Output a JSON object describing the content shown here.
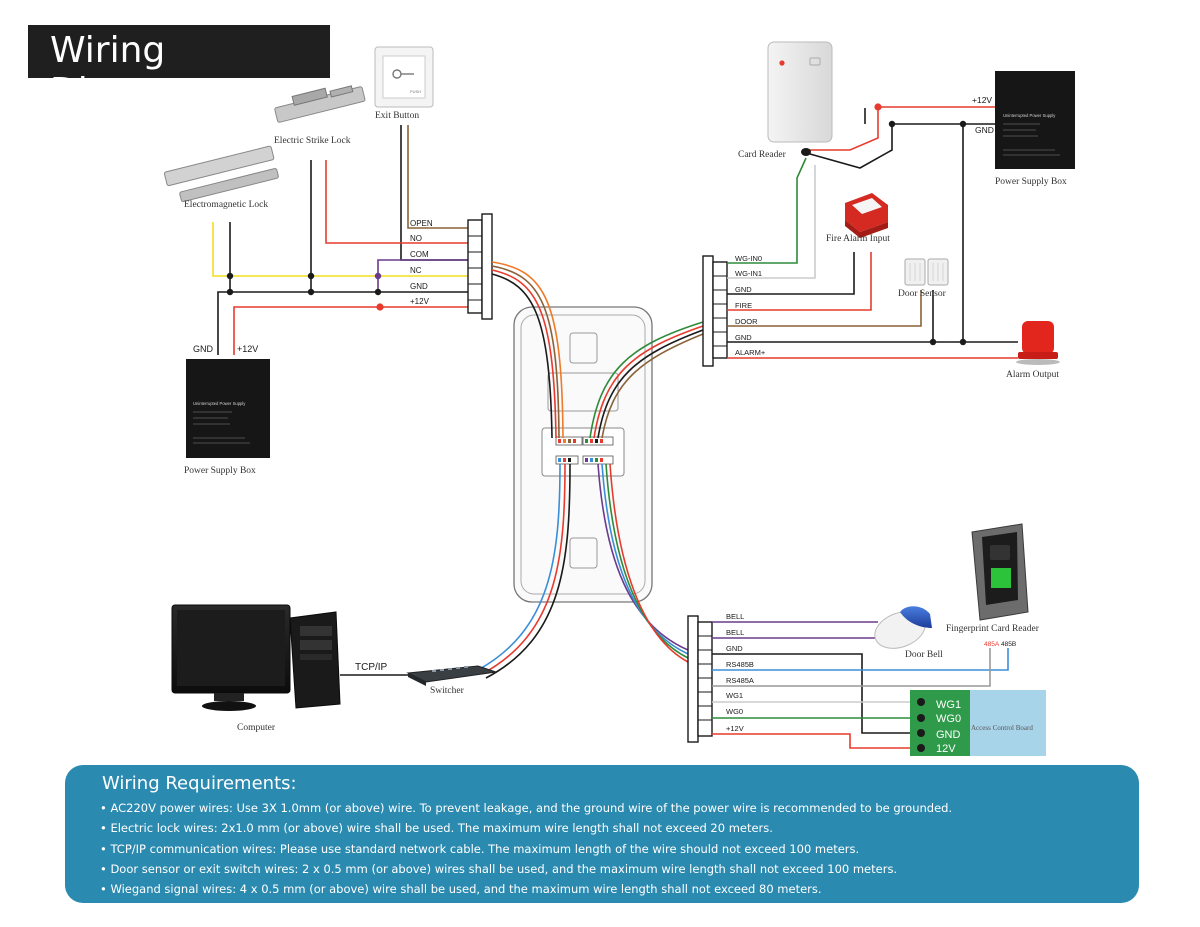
{
  "title": "Wiring Diagram",
  "devices": {
    "exit_button": "Exit Button",
    "electric_strike_lock": "Electric Strike Lock",
    "electromagnetic_lock": "Electromagnetic Lock",
    "power_supply_left": "Power Supply Box",
    "power_supply_right": "Power Supply Box",
    "card_reader": "Card Reader",
    "fire_alarm_input": "Fire Alarm Input",
    "door_sensor": "Door Sensor",
    "alarm_output": "Alarm Output",
    "door_bell": "Door Bell",
    "fingerprint_reader": "Fingerprint Card Reader",
    "computer": "Computer",
    "switcher": "Switcher",
    "access_board": "Access Control Board"
  },
  "psu_label": "Uninterrupted Power Supply",
  "left_psu_terminals": {
    "gnd": "GND",
    "v12": "+12V"
  },
  "right_psu_terminals": {
    "v12": "+12V",
    "gnd": "GND"
  },
  "tcpip_label": "TCP/IP",
  "lock_terminal_labels": [
    "OPEN",
    "NO",
    "COM",
    "NC",
    "GND",
    "+12V"
  ],
  "sensor_terminal_labels": [
    "WG-IN0",
    "WG-IN1",
    "GND",
    "FIRE",
    "DOOR",
    "GND",
    "ALARM+"
  ],
  "bottom_terminal_labels": [
    "BELL",
    "BELL",
    "GND",
    "RS485B",
    "RS485A",
    "WG1",
    "WG0",
    "+12V"
  ],
  "rs485_labels": {
    "a": "485A",
    "b": "485B"
  },
  "board_terminals": [
    "WG1",
    "WG0",
    "GND",
    "12V"
  ],
  "requirements": {
    "title": "Wiring Requirements:",
    "items": [
      "AC220V power wires:  Use 3X 1.0mm (or above) wire. To prevent leakage, and the ground wire of the power wire is recommended to be grounded.",
      "Electric lock wires: 2x1.0 mm (or above) wire shall be used. The maximum wire length shall not exceed 20 meters.",
      "TCP/IP communication wires: Please use standard network cable. The maximum length of the wire should not exceed 100 meters.",
      "Door sensor or exit switch wires: 2 x 0.5 mm (or above) wires shall be used, and the maximum wire length shall not exceed 100 meters.",
      "Wiegand signal wires: 4 x 0.5 mm (or above) wire shall be used, and the maximum wire length shall not exceed 80 meters."
    ]
  },
  "colors": {
    "red": "#e63b2e",
    "black": "#1a1a1a",
    "yellow": "#f2e23c",
    "purple": "#6a3a8c",
    "brown": "#8a6238",
    "orange": "#ee7a2a",
    "green": "#2f8a3a",
    "blue": "#3a8ed8",
    "board_green": "#2f9a4a",
    "board_blue": "#a8d4ea",
    "panel": "#2b8ab0"
  }
}
